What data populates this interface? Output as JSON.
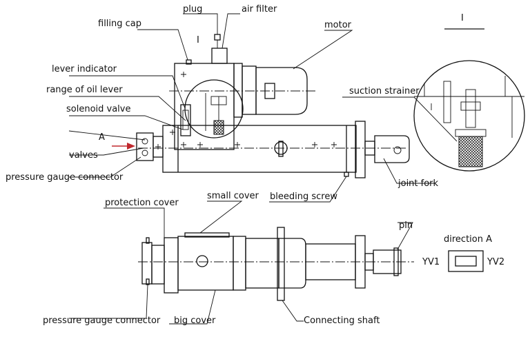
{
  "labels": {
    "filling_cap": "filling cap",
    "plug": "plug",
    "air_filter": "air filter",
    "motor": "motor",
    "detail_marker_main": "I",
    "detail_marker_title": "I",
    "lever_indicator": "lever indicator",
    "range_of_oil_lever": "range of oil lever",
    "solenoid_valve": "solenoid valve",
    "arrow_a": "A",
    "valves": "valves",
    "pressure_gauge_connector_top": "pressure gauge connector",
    "suction_strainer": "suction strainer",
    "joint fork": "joint fork",
    "bleeding_screw": "bleeding screw",
    "protection_cover": "protection cover",
    "small_cover": "small cover",
    "pin": "pin",
    "direction_a": "direction A",
    "yv1": "YV1",
    "yv2": "YV2",
    "pressure_gauge_connector_bottom": "pressure gauge connector",
    "big_cover": "big cover",
    "connecting_shaft": "Connecting shaft"
  },
  "colors": {
    "line": "#111111",
    "arrow": "#c0282d",
    "background": "#ffffff"
  }
}
